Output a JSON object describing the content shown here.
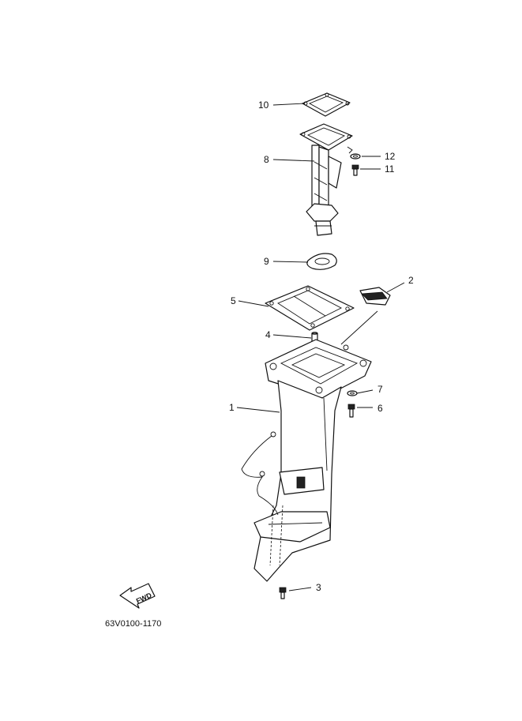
{
  "callouts": [
    {
      "id": "1",
      "text": "1"
    },
    {
      "id": "2",
      "text": "2"
    },
    {
      "id": "3",
      "text": "3"
    },
    {
      "id": "4",
      "text": "4"
    },
    {
      "id": "5",
      "text": "5"
    },
    {
      "id": "6",
      "text": "6"
    },
    {
      "id": "7",
      "text": "7"
    },
    {
      "id": "8",
      "text": "8"
    },
    {
      "id": "9",
      "text": "9"
    },
    {
      "id": "10",
      "text": "10"
    },
    {
      "id": "11",
      "text": "11"
    },
    {
      "id": "12",
      "text": "12"
    }
  ],
  "fwd_arrow": {
    "text": "FWD"
  },
  "diagram_code": "63V0100-1170"
}
